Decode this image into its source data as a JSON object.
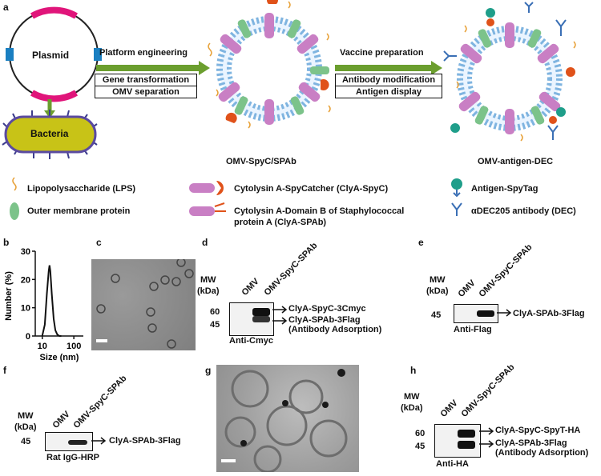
{
  "panel_a": {
    "letter": "a",
    "plasmid": "Plasmid",
    "bacteria": "Bacteria",
    "arrow1_label": "Platform engineering",
    "box1": [
      "Gene transformation",
      "OMV separation"
    ],
    "arrow2_label": "Vaccine  preparation",
    "box2": [
      "Antibody modification",
      "Antigen display"
    ],
    "omv1_label": "OMV-SpyC/SPAb",
    "omv2_label": "OMV-antigen-DEC"
  },
  "legend": {
    "lps": "Lipopolysaccharide (LPS)",
    "omp": "Outer membrane protein",
    "spyc": "Cytolysin A-SpyCatcher (ClyA-SpyC)",
    "spab_line1": "Cytolysin A-Domain B of Staphylococcal",
    "spab_line2": "protein A (ClyA-SPAb)",
    "antigen": "Antigen-SpyTag",
    "dec": "αDEC205 antibody (DEC)"
  },
  "panel_b": {
    "letter": "b",
    "ylabel": "Number (%)",
    "xlabel": "Size (nm)",
    "yticks": [
      "0",
      "10",
      "20",
      "30"
    ],
    "xticks": [
      "10",
      "100"
    ]
  },
  "chart_data": {
    "type": "line",
    "title": "",
    "xlabel": "Size (nm)",
    "ylabel": "Number (%)",
    "xscale": "log",
    "xlim": [
      6,
      200
    ],
    "ylim": [
      0,
      30
    ],
    "x": [
      10,
      12,
      14,
      16,
      17,
      18,
      20,
      23,
      26,
      30,
      35,
      40
    ],
    "series": [
      {
        "values": [
          0,
          4,
          15,
          23,
          25,
          23,
          15,
          6,
          2,
          0.5,
          0,
          0
        ]
      }
    ]
  },
  "panel_c": {
    "letter": "c"
  },
  "panel_d": {
    "letter": "d",
    "mw": "MW",
    "kda": "(kDa)",
    "lane1": "OMV",
    "lane2": "OMV-SpyC-SPAb",
    "m60": "60",
    "m45": "45",
    "band1": "ClyA-SpyC-3Cmyc",
    "band2_l1": "ClyA-SPAb-3Flag",
    "band2_l2": "(Antibody Adsorption)",
    "blot": "Anti-Cmyc"
  },
  "panel_e": {
    "letter": "e",
    "mw": "MW",
    "kda": "(kDa)",
    "lane1": "OMV",
    "lane2": "OMV-SpyC-SPAb",
    "m45": "45",
    "band1": "ClyA-SPAb-3Flag",
    "blot": "Anti-Flag"
  },
  "panel_f": {
    "letter": "f",
    "mw": "MW",
    "kda": "(kDa)",
    "lane1": "OMV",
    "lane2": "OMV-SpyC-SPAb",
    "m45": "45",
    "band1": "ClyA-SPAb-3Flag",
    "blot": "Rat IgG-HRP"
  },
  "panel_g": {
    "letter": "g"
  },
  "panel_h": {
    "letter": "h",
    "mw": "MW",
    "kda": "(kDa)",
    "lane1": "OMV",
    "lane2": "OMV-SpyC-SPAb",
    "m60": "60",
    "m45": "45",
    "band1": "ClyA-SpyC-SpyT-HA",
    "band2_l1": "ClyA-SPAb-3Flag",
    "band2_l2": "(Antibody Adsorption)",
    "blot": "Anti-HA"
  }
}
